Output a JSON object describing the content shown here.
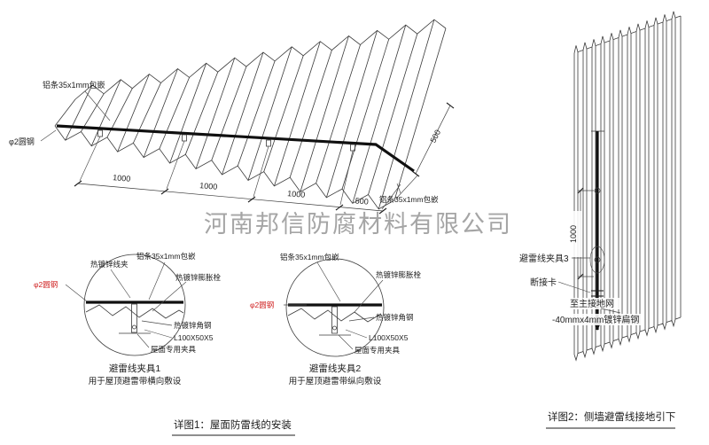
{
  "watermark": "河南邦信防腐材料有限公司",
  "colors": {
    "red_label": "#cf1f1f",
    "line": "#3a3a3a",
    "watermark_gray": "#9c9c9c"
  },
  "roof": {
    "label_strip_top": "铝条35x1mm包嵌",
    "label_strip_bottom": "铝条35x1mm包嵌",
    "label_round_steel": "φ2圆钢",
    "dims": [
      "1000",
      "1000",
      "1000",
      "500"
    ],
    "dim_right": "500"
  },
  "detail1": {
    "title": "避雷线夹具1",
    "subtitle": "用于屋顶避雷带横向敷设",
    "labels": {
      "wire_clamp": "热镀锌线夹",
      "strip": "铝条35x1mm包嵌",
      "expansion_bolt": "热镀锌膨胀栓",
      "round_steel": "φ2圆钢",
      "angle_steel": "热镀锌角钢",
      "angle_size": "L100X50X5",
      "roof_clamp": "屋面专用夹具"
    }
  },
  "detail2": {
    "title": "避雷线夹具2",
    "subtitle": "用于屋顶避雷带纵向敷设",
    "labels": {
      "strip": "铝条35x1mm包嵌",
      "expansion_bolt": "热镀锌膨胀栓",
      "round_steel": "φ2圆钢",
      "angle_steel": "热镀锌角钢",
      "angle_size": "L100X50X5",
      "roof_clamp": "屋面专用夹具"
    }
  },
  "wall": {
    "dim": "1000",
    "labels": {
      "clamp3": "避雷线夹具3",
      "disconnect": "断接卡",
      "to_ground": "至主接地网",
      "flat_steel": "-40mmx4mm镀锌扁钢"
    }
  },
  "captions": {
    "detail1": "详图1：屋面防雷线的安装",
    "detail2": "详图2：侧墙避雷线接地引下"
  }
}
